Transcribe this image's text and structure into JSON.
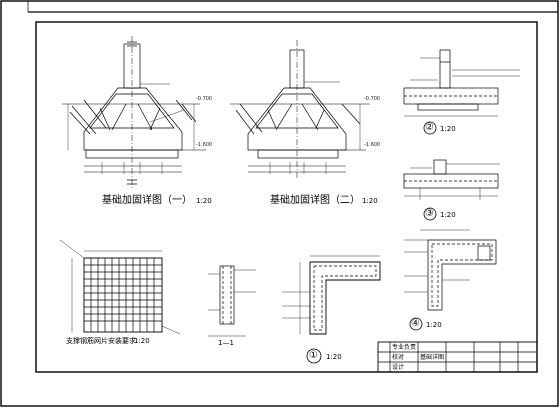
{
  "drawing": {
    "detail1_title": "基础加固详图（一）",
    "detail1_scale": "1:20",
    "detail2_title": "基础加固详图（二）",
    "detail2_scale": "1:20",
    "grid_title": "支撑钢筋网片安装要求",
    "grid_scale": "1:20",
    "section_label": "1—1",
    "detail_circ1": "①",
    "detail_circ1_scale": "1:20",
    "detail_circ2": "②",
    "detail_circ2_scale": "1:20",
    "detail_circ3": "③",
    "detail_circ3_scale": "1:20",
    "detail_circ4": "④",
    "detail_circ4_scale": "1:20",
    "level_minus_0700": "-0.700",
    "level_minus_1600": "-1.600"
  },
  "title_block": {
    "cell_zhuan_ye": "专业负责",
    "cell_jiao_dui": "校对",
    "cell_she_ji": "设计",
    "cell_drawing": "基础详图"
  },
  "colors": {
    "line": "#000000",
    "paper": "#ffffff"
  }
}
